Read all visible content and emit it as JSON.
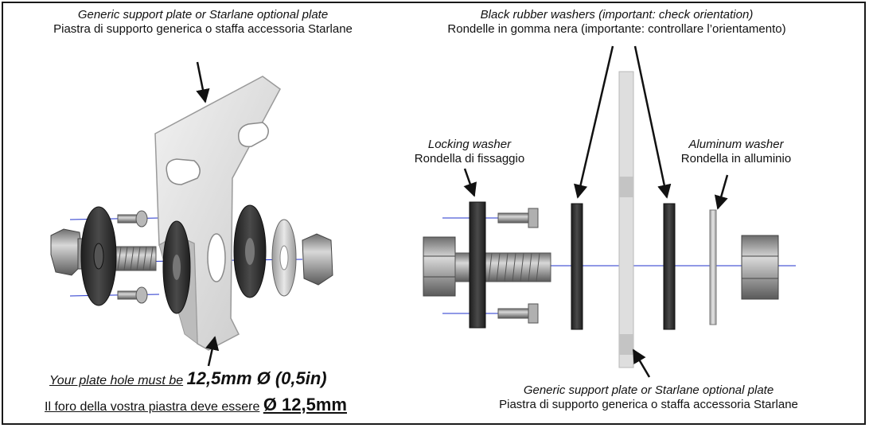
{
  "colors": {
    "plate": "#dcdcdc",
    "plate_edge": "#9a9a9a",
    "rubber": "#2e2e2e",
    "steel": "#8c8c8c",
    "axis": "#2233cc",
    "arrow": "#111111",
    "border": "#1a1a1a"
  },
  "left_view": {
    "plate_label": {
      "en": "Generic support plate or Starlane optional plate",
      "it": "Piastra di supporto generica o staffa accessoria Starlane"
    },
    "hole_note": {
      "en_prefix": "Your plate hole must be",
      "en_value": "12,5mm Ø (0,5in)",
      "it_prefix": "Il foro della vostra piastra deve essere",
      "it_value": "Ø 12,5mm"
    }
  },
  "right_view": {
    "rubber_label": {
      "en": "Black rubber washers (important: check orientation)",
      "it": "Rondelle in gomma nera (importante: controllare l’orientamento)"
    },
    "locking_label": {
      "en": "Locking washer",
      "it": "Rondella di fissaggio"
    },
    "aluminum_label": {
      "en": "Aluminum washer",
      "it": "Rondella in alluminio"
    },
    "plate_label": {
      "en": "Generic support plate or Starlane optional plate",
      "it": "Piastra di supporto generica o staffa accessoria Starlane"
    }
  },
  "icons": [
    "hex-bolt",
    "locking-washer",
    "rubber-washer",
    "support-plate",
    "aluminum-washer",
    "hex-nut",
    "screw"
  ]
}
